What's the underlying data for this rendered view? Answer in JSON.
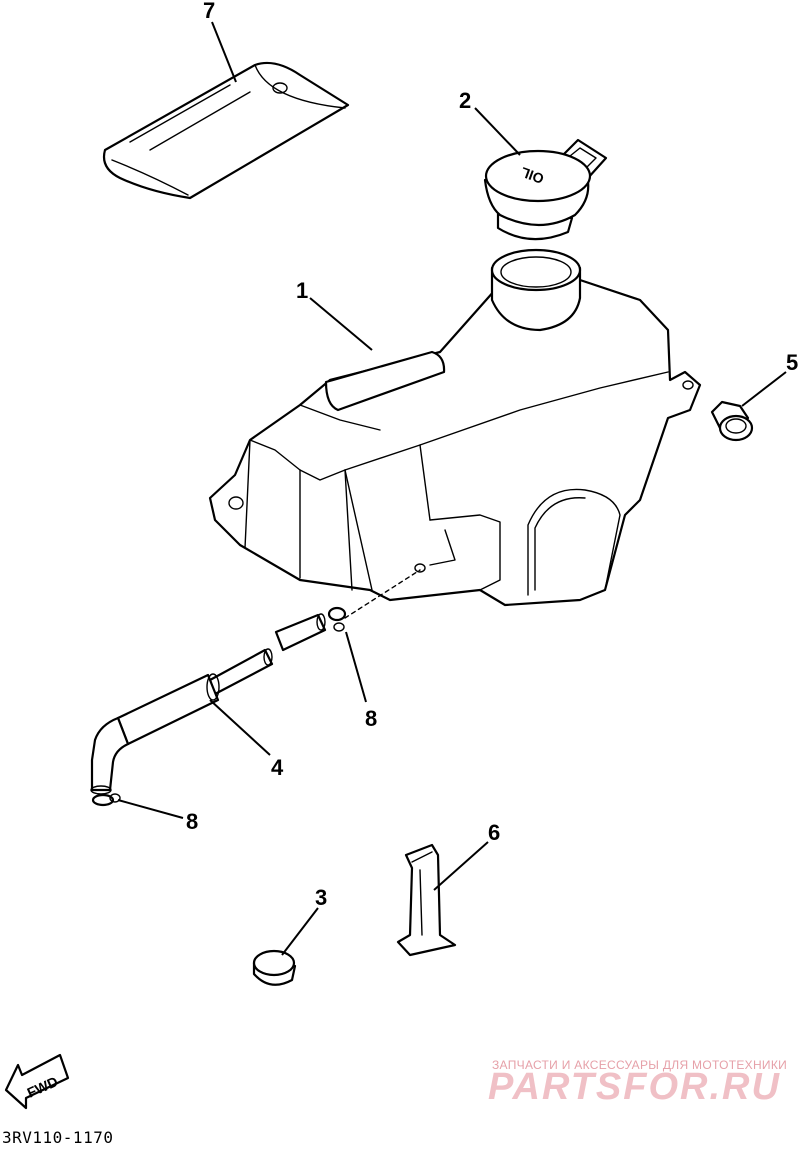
{
  "diagram": {
    "code": "3RV110-1170",
    "cap_marking": "OIL",
    "fwd_label": "FWD"
  },
  "callouts": [
    {
      "id": "1",
      "label": "1"
    },
    {
      "id": "2",
      "label": "2"
    },
    {
      "id": "3",
      "label": "3"
    },
    {
      "id": "4",
      "label": "4"
    },
    {
      "id": "5",
      "label": "5"
    },
    {
      "id": "6",
      "label": "6"
    },
    {
      "id": "7",
      "label": "7"
    },
    {
      "id": "8a",
      "label": "8"
    },
    {
      "id": "8b",
      "label": "8"
    }
  ],
  "watermark": {
    "tagline": "ЗАПЧАСТИ И АКСЕССУАРЫ ДЛЯ МОТОТЕХНИКИ",
    "brand": "PARTSFOR.RU",
    "color": "#e9a3ab"
  }
}
